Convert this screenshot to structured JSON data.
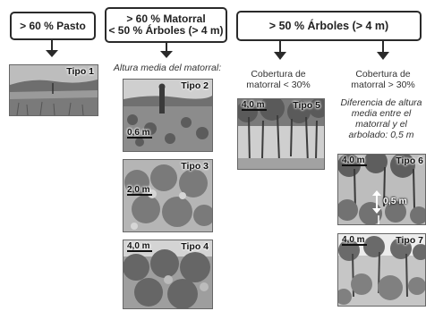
{
  "headers": {
    "pasto": "> 60 % Pasto",
    "matorral_1": "> 60 % Matorral",
    "matorral_2": "< 50 % Árboles (> 4 m)",
    "arboles": "> 50 % Árboles (> 4 m)"
  },
  "captions": {
    "altura_media": "Altura media del matorral:",
    "cob_menor_1": "Cobertura de",
    "cob_menor_2": "matorral < 30%",
    "cob_mayor_1": "Cobertura de",
    "cob_mayor_2": "matorral > 30%",
    "dif_1": "Diferencia de altura",
    "dif_2": "media entre el",
    "dif_3": "matorral y el",
    "dif_4": "arbolado: 0,5 m"
  },
  "photos": {
    "tipo1": {
      "label": "Tipo 1"
    },
    "tipo2": {
      "label": "Tipo 2",
      "scale": "0,6 m"
    },
    "tipo3": {
      "label": "Tipo 3",
      "scale": "2,0 m"
    },
    "tipo4": {
      "label": "Tipo 4",
      "scale": "4,0 m"
    },
    "tipo5": {
      "label": "Tipo 5",
      "scale": "4,0 m"
    },
    "tipo6": {
      "label": "Tipo 6",
      "scale": "4,0 m",
      "diff": "0,5 m"
    },
    "tipo7": {
      "label": "Tipo 7",
      "scale": "4,0 m"
    }
  },
  "colors": {
    "border": "#2a2a2a",
    "photo_dark": "#555555",
    "photo_light": "#d8d8d8"
  }
}
